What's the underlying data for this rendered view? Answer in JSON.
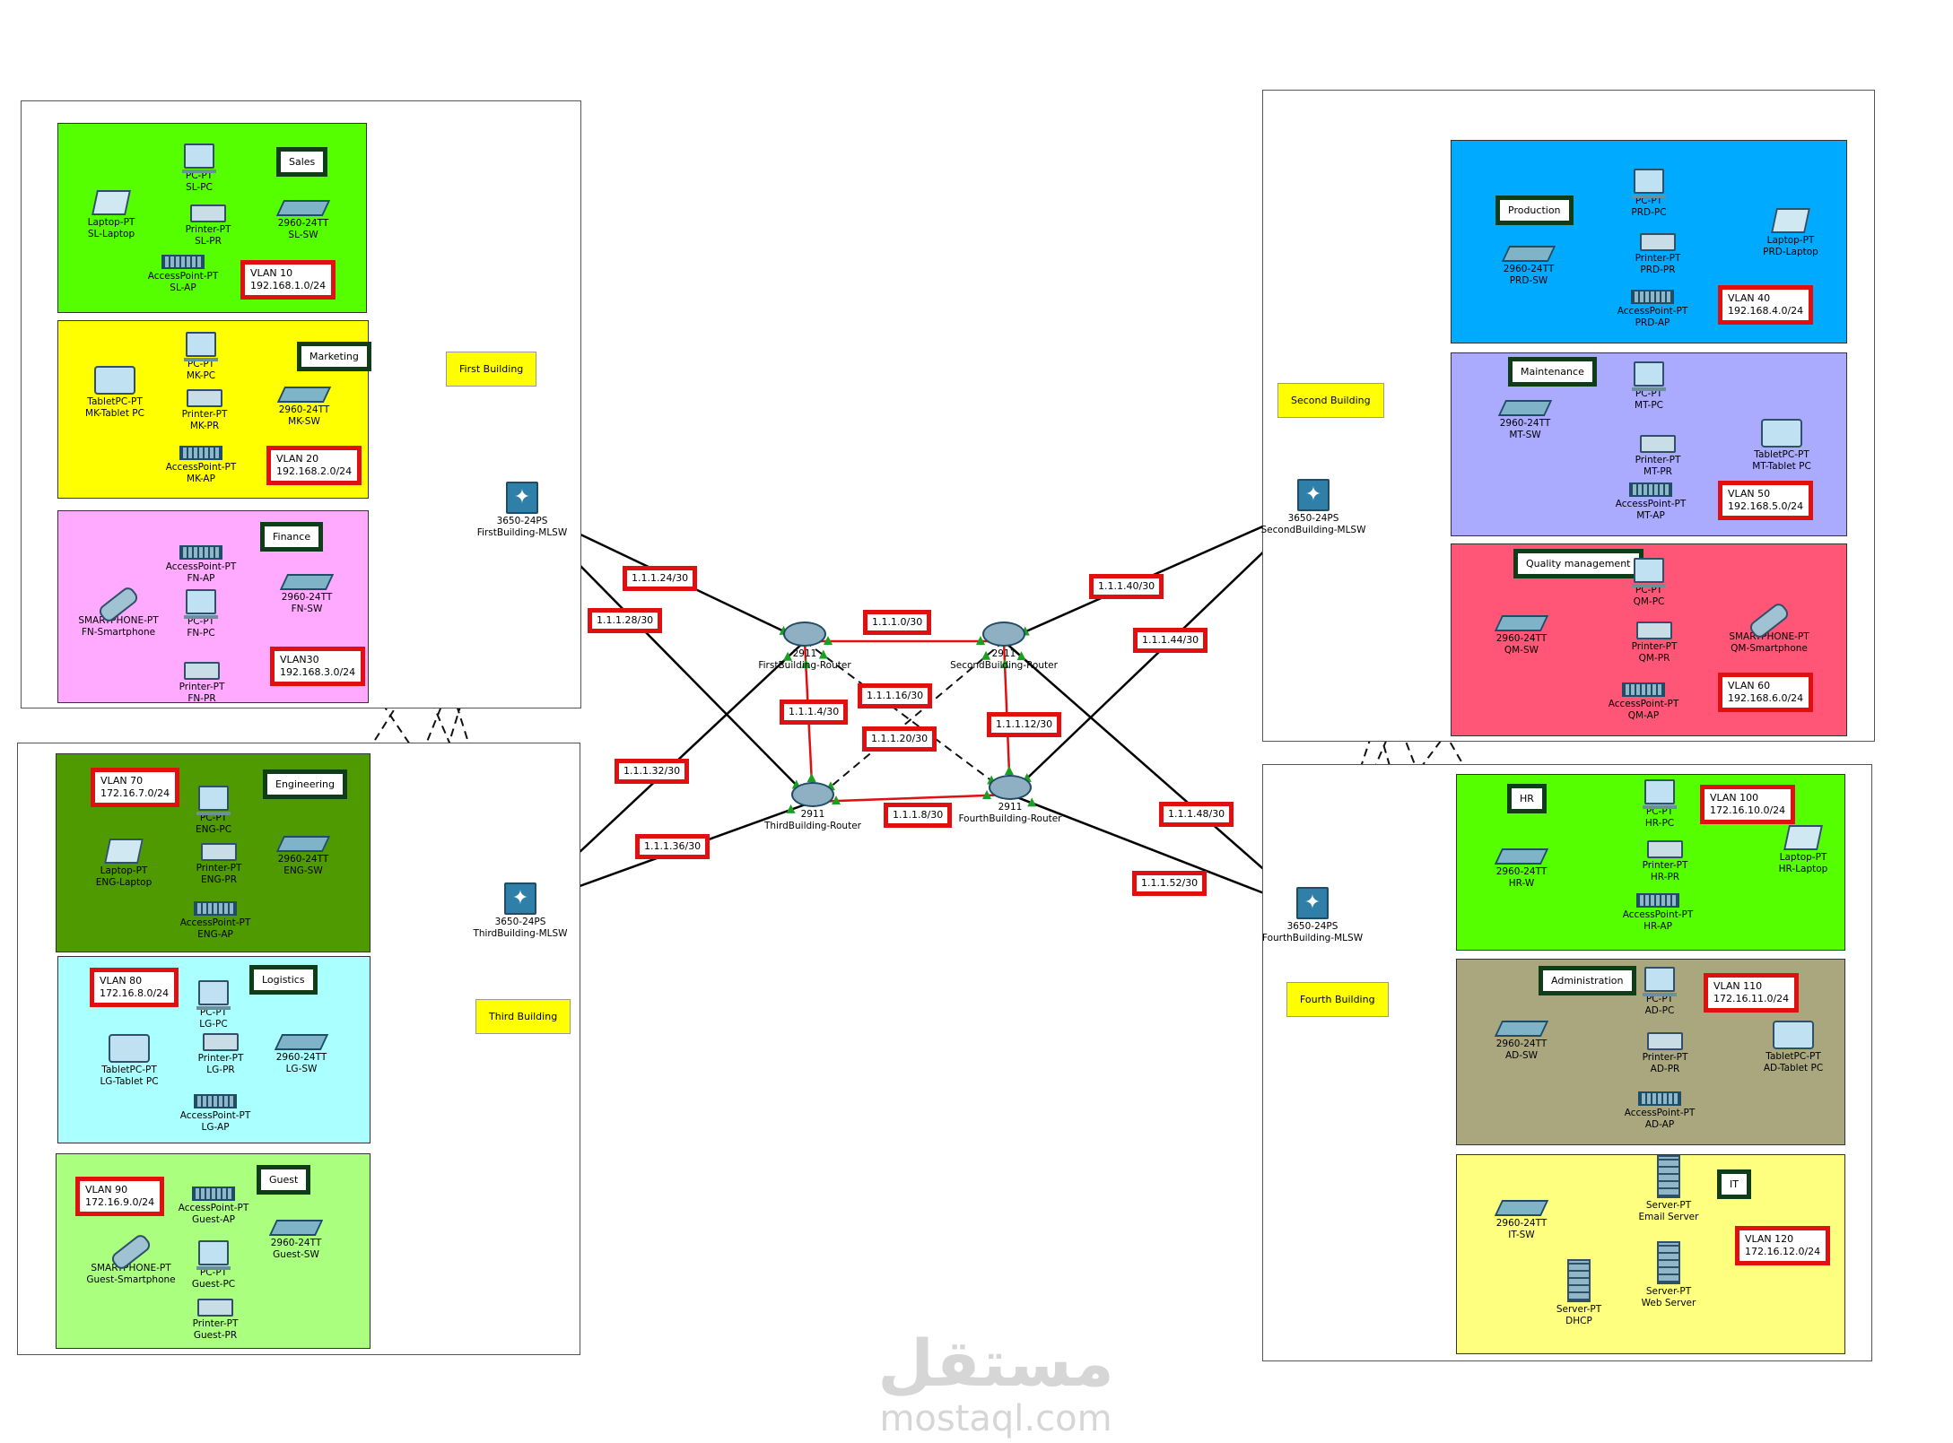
{
  "colors": {
    "sales": "#55ff00",
    "marketing": "#ffff00",
    "finance": "#ffaaff",
    "engineering": "#4f9a00",
    "logistics": "#aaffff",
    "guest": "#aaff7f",
    "production": "#00aaff",
    "maintenance": "#aaaaff",
    "quality": "#ff5577",
    "hr": "#55ff00",
    "administration": "#aaa77f",
    "it": "#ffff7f",
    "link_red": "#e01010",
    "link_black": "#000000",
    "port_green": "#1aa020"
  },
  "icons": {
    "pc": "pc-icon",
    "laptop": "laptop-icon",
    "printer": "printer-icon",
    "ap": "access-point-icon",
    "switch": "switch-icon",
    "tablet": "tablet-icon",
    "phone": "smartphone-icon",
    "server": "server-icon",
    "mlsw": "multilayer-switch-icon",
    "router": "router-icon"
  },
  "buildings": {
    "first": "First Building",
    "second": "Second Building",
    "third": "Third Building",
    "fourth": "Fourth Building"
  },
  "departments": {
    "sales": {
      "title": "Sales",
      "vlan": "VLAN 10\n192.168.1.0/24"
    },
    "marketing": {
      "title": "Marketing",
      "vlan": "VLAN 20\n192.168.2.0/24"
    },
    "finance": {
      "title": "Finance",
      "vlan": "VLAN30\n192.168.3.0/24"
    },
    "engineering": {
      "title": "Engineering",
      "vlan": "VLAN 70\n172.16.7.0/24"
    },
    "logistics": {
      "title": "Logistics",
      "vlan": "VLAN 80\n172.16.8.0/24"
    },
    "guest": {
      "title": "Guest",
      "vlan": "VLAN 90\n172.16.9.0/24"
    },
    "production": {
      "title": "Production",
      "vlan": "VLAN 40\n192.168.4.0/24"
    },
    "maintenance": {
      "title": "Maintenance",
      "vlan": "VLAN 50\n192.168.5.0/24"
    },
    "quality": {
      "title": "Quality management",
      "vlan": "VLAN 60\n192.168.6.0/24"
    },
    "hr": {
      "title": "HR",
      "vlan": "VLAN 100\n172.16.10.0/24"
    },
    "administration": {
      "title": "Administration",
      "vlan": "VLAN 110\n172.16.11.0/24"
    },
    "it": {
      "title": "IT",
      "vlan": "VLAN 120\n172.16.12.0/24"
    }
  },
  "devices": {
    "sl_pc": {
      "model": "PC-PT",
      "name": "SL-PC"
    },
    "sl_pr": {
      "model": "Printer-PT",
      "name": "SL-PR"
    },
    "sl_laptop": {
      "model": "Laptop-PT",
      "name": "SL-Laptop"
    },
    "sl_ap": {
      "model": "AccessPoint-PT",
      "name": "SL-AP"
    },
    "sl_sw": {
      "model": "2960-24TT",
      "name": "SL-SW"
    },
    "mk_pc": {
      "model": "PC-PT",
      "name": "MK-PC"
    },
    "mk_pr": {
      "model": "Printer-PT",
      "name": "MK-PR"
    },
    "mk_tablet": {
      "model": "TabletPC-PT",
      "name": "MK-Tablet PC"
    },
    "mk_ap": {
      "model": "AccessPoint-PT",
      "name": "MK-AP"
    },
    "mk_sw": {
      "model": "2960-24TT",
      "name": "MK-SW"
    },
    "fn_ap": {
      "model": "AccessPoint-PT",
      "name": "FN-AP"
    },
    "fn_pc": {
      "model": "PC-PT",
      "name": "FN-PC"
    },
    "fn_pr": {
      "model": "Printer-PT",
      "name": "FN-PR"
    },
    "fn_phone": {
      "model": "SMARTPHONE-PT",
      "name": "FN-Smartphone"
    },
    "fn_sw": {
      "model": "2960-24TT",
      "name": "FN-SW"
    },
    "eng_pc": {
      "model": "PC-PT",
      "name": "ENG-PC"
    },
    "eng_pr": {
      "model": "Printer-PT",
      "name": "ENG-PR"
    },
    "eng_laptop": {
      "model": "Laptop-PT",
      "name": "ENG-Laptop"
    },
    "eng_ap": {
      "model": "AccessPoint-PT",
      "name": "ENG-AP"
    },
    "eng_sw": {
      "model": "2960-24TT",
      "name": "ENG-SW"
    },
    "lg_pc": {
      "model": "PC-PT",
      "name": "LG-PC"
    },
    "lg_pr": {
      "model": "Printer-PT",
      "name": "LG-PR"
    },
    "lg_tablet": {
      "model": "TabletPC-PT",
      "name": "LG-Tablet PC"
    },
    "lg_ap": {
      "model": "AccessPoint-PT",
      "name": "LG-AP"
    },
    "lg_sw": {
      "model": "2960-24TT",
      "name": "LG-SW"
    },
    "guest_ap": {
      "model": "AccessPoint-PT",
      "name": "Guest-AP"
    },
    "guest_pc": {
      "model": "PC-PT",
      "name": "Guest-PC"
    },
    "guest_pr": {
      "model": "Printer-PT",
      "name": "Guest-PR"
    },
    "guest_phone": {
      "model": "SMARTPHONE-PT",
      "name": "Guest-Smartphone"
    },
    "guest_sw": {
      "model": "2960-24TT",
      "name": "Guest-SW"
    },
    "prd_pc": {
      "model": "PC-PT",
      "name": "PRD-PC"
    },
    "prd_pr": {
      "model": "Printer-PT",
      "name": "PRD-PR"
    },
    "prd_laptop": {
      "model": "Laptop-PT",
      "name": "PRD-Laptop"
    },
    "prd_ap": {
      "model": "AccessPoint-PT",
      "name": "PRD-AP"
    },
    "prd_sw": {
      "model": "2960-24TT",
      "name": "PRD-SW"
    },
    "mt_pc": {
      "model": "PC-PT",
      "name": "MT-PC"
    },
    "mt_pr": {
      "model": "Printer-PT",
      "name": "MT-PR"
    },
    "mt_tablet": {
      "model": "TabletPC-PT",
      "name": "MT-Tablet PC"
    },
    "mt_ap": {
      "model": "AccessPoint-PT",
      "name": "MT-AP"
    },
    "mt_sw": {
      "model": "2960-24TT",
      "name": "MT-SW"
    },
    "qm_pc": {
      "model": "PC-PT",
      "name": "QM-PC"
    },
    "qm_pr": {
      "model": "Printer-PT",
      "name": "QM-PR"
    },
    "qm_phone": {
      "model": "SMARTPHONE-PT",
      "name": "QM-Smartphone"
    },
    "qm_ap": {
      "model": "AccessPoint-PT",
      "name": "QM-AP"
    },
    "qm_sw": {
      "model": "2960-24TT",
      "name": "QM-SW"
    },
    "hr_pc": {
      "model": "PC-PT",
      "name": "HR-PC"
    },
    "hr_pr": {
      "model": "Printer-PT",
      "name": "HR-PR"
    },
    "hr_laptop": {
      "model": "Laptop-PT",
      "name": "HR-Laptop"
    },
    "hr_ap": {
      "model": "AccessPoint-PT",
      "name": "HR-AP"
    },
    "hr_sw": {
      "model": "2960-24TT",
      "name": "HR-W"
    },
    "ad_pc": {
      "model": "PC-PT",
      "name": "AD-PC"
    },
    "ad_pr": {
      "model": "Printer-PT",
      "name": "AD-PR"
    },
    "ad_tablet": {
      "model": "TabletPC-PT",
      "name": "AD-Tablet PC"
    },
    "ad_ap": {
      "model": "AccessPoint-PT",
      "name": "AD-AP"
    },
    "ad_sw": {
      "model": "2960-24TT",
      "name": "AD-SW"
    },
    "it_email": {
      "model": "Server-PT",
      "name": "Email Server"
    },
    "it_web": {
      "model": "Server-PT",
      "name": "Web Server"
    },
    "it_dhcp": {
      "model": "Server-PT",
      "name": "DHCP"
    },
    "it_sw": {
      "model": "2960-24TT",
      "name": "IT-SW"
    },
    "mlsw1": {
      "model": "3650-24PS",
      "name": "FirstBuilding-MLSW"
    },
    "mlsw2": {
      "model": "3650-24PS",
      "name": "SecondBuilding-MLSW"
    },
    "mlsw3": {
      "model": "3650-24PS",
      "name": "ThirdBuilding-MLSW"
    },
    "mlsw4": {
      "model": "3650-24PS",
      "name": "FourthBuilding-MLSW"
    },
    "r1": {
      "model": "2911",
      "name": "FirstBuilding-Router"
    },
    "r2": {
      "model": "2911",
      "name": "SecondBuilding-Router"
    },
    "r3": {
      "model": "2911",
      "name": "ThirdBuilding-Router"
    },
    "r4": {
      "model": "2911",
      "name": "FourthBuilding-Router"
    }
  },
  "subnets": {
    "r1_r2": "1.1.1.0/30",
    "r1_r3": "1.1.1.4/30",
    "r3_r4": "1.1.1.8/30",
    "r2_r4": "1.1.1.12/30",
    "r1_r4": "1.1.1.16/30",
    "r2_r3": "1.1.1.20/30",
    "r1_m1": "1.1.1.24/30",
    "r3_m1": "1.1.1.28/30",
    "r1_m3": "1.1.1.32/30",
    "r3_m3": "1.1.1.36/30",
    "r2_m2": "1.1.1.40/30",
    "r4_m2": "1.1.1.44/30",
    "r2_m4": "1.1.1.48/30",
    "r4_m4": "1.1.1.52/30"
  },
  "watermark": {
    "arabic": "مستقل",
    "latin": "mostaql.com"
  }
}
